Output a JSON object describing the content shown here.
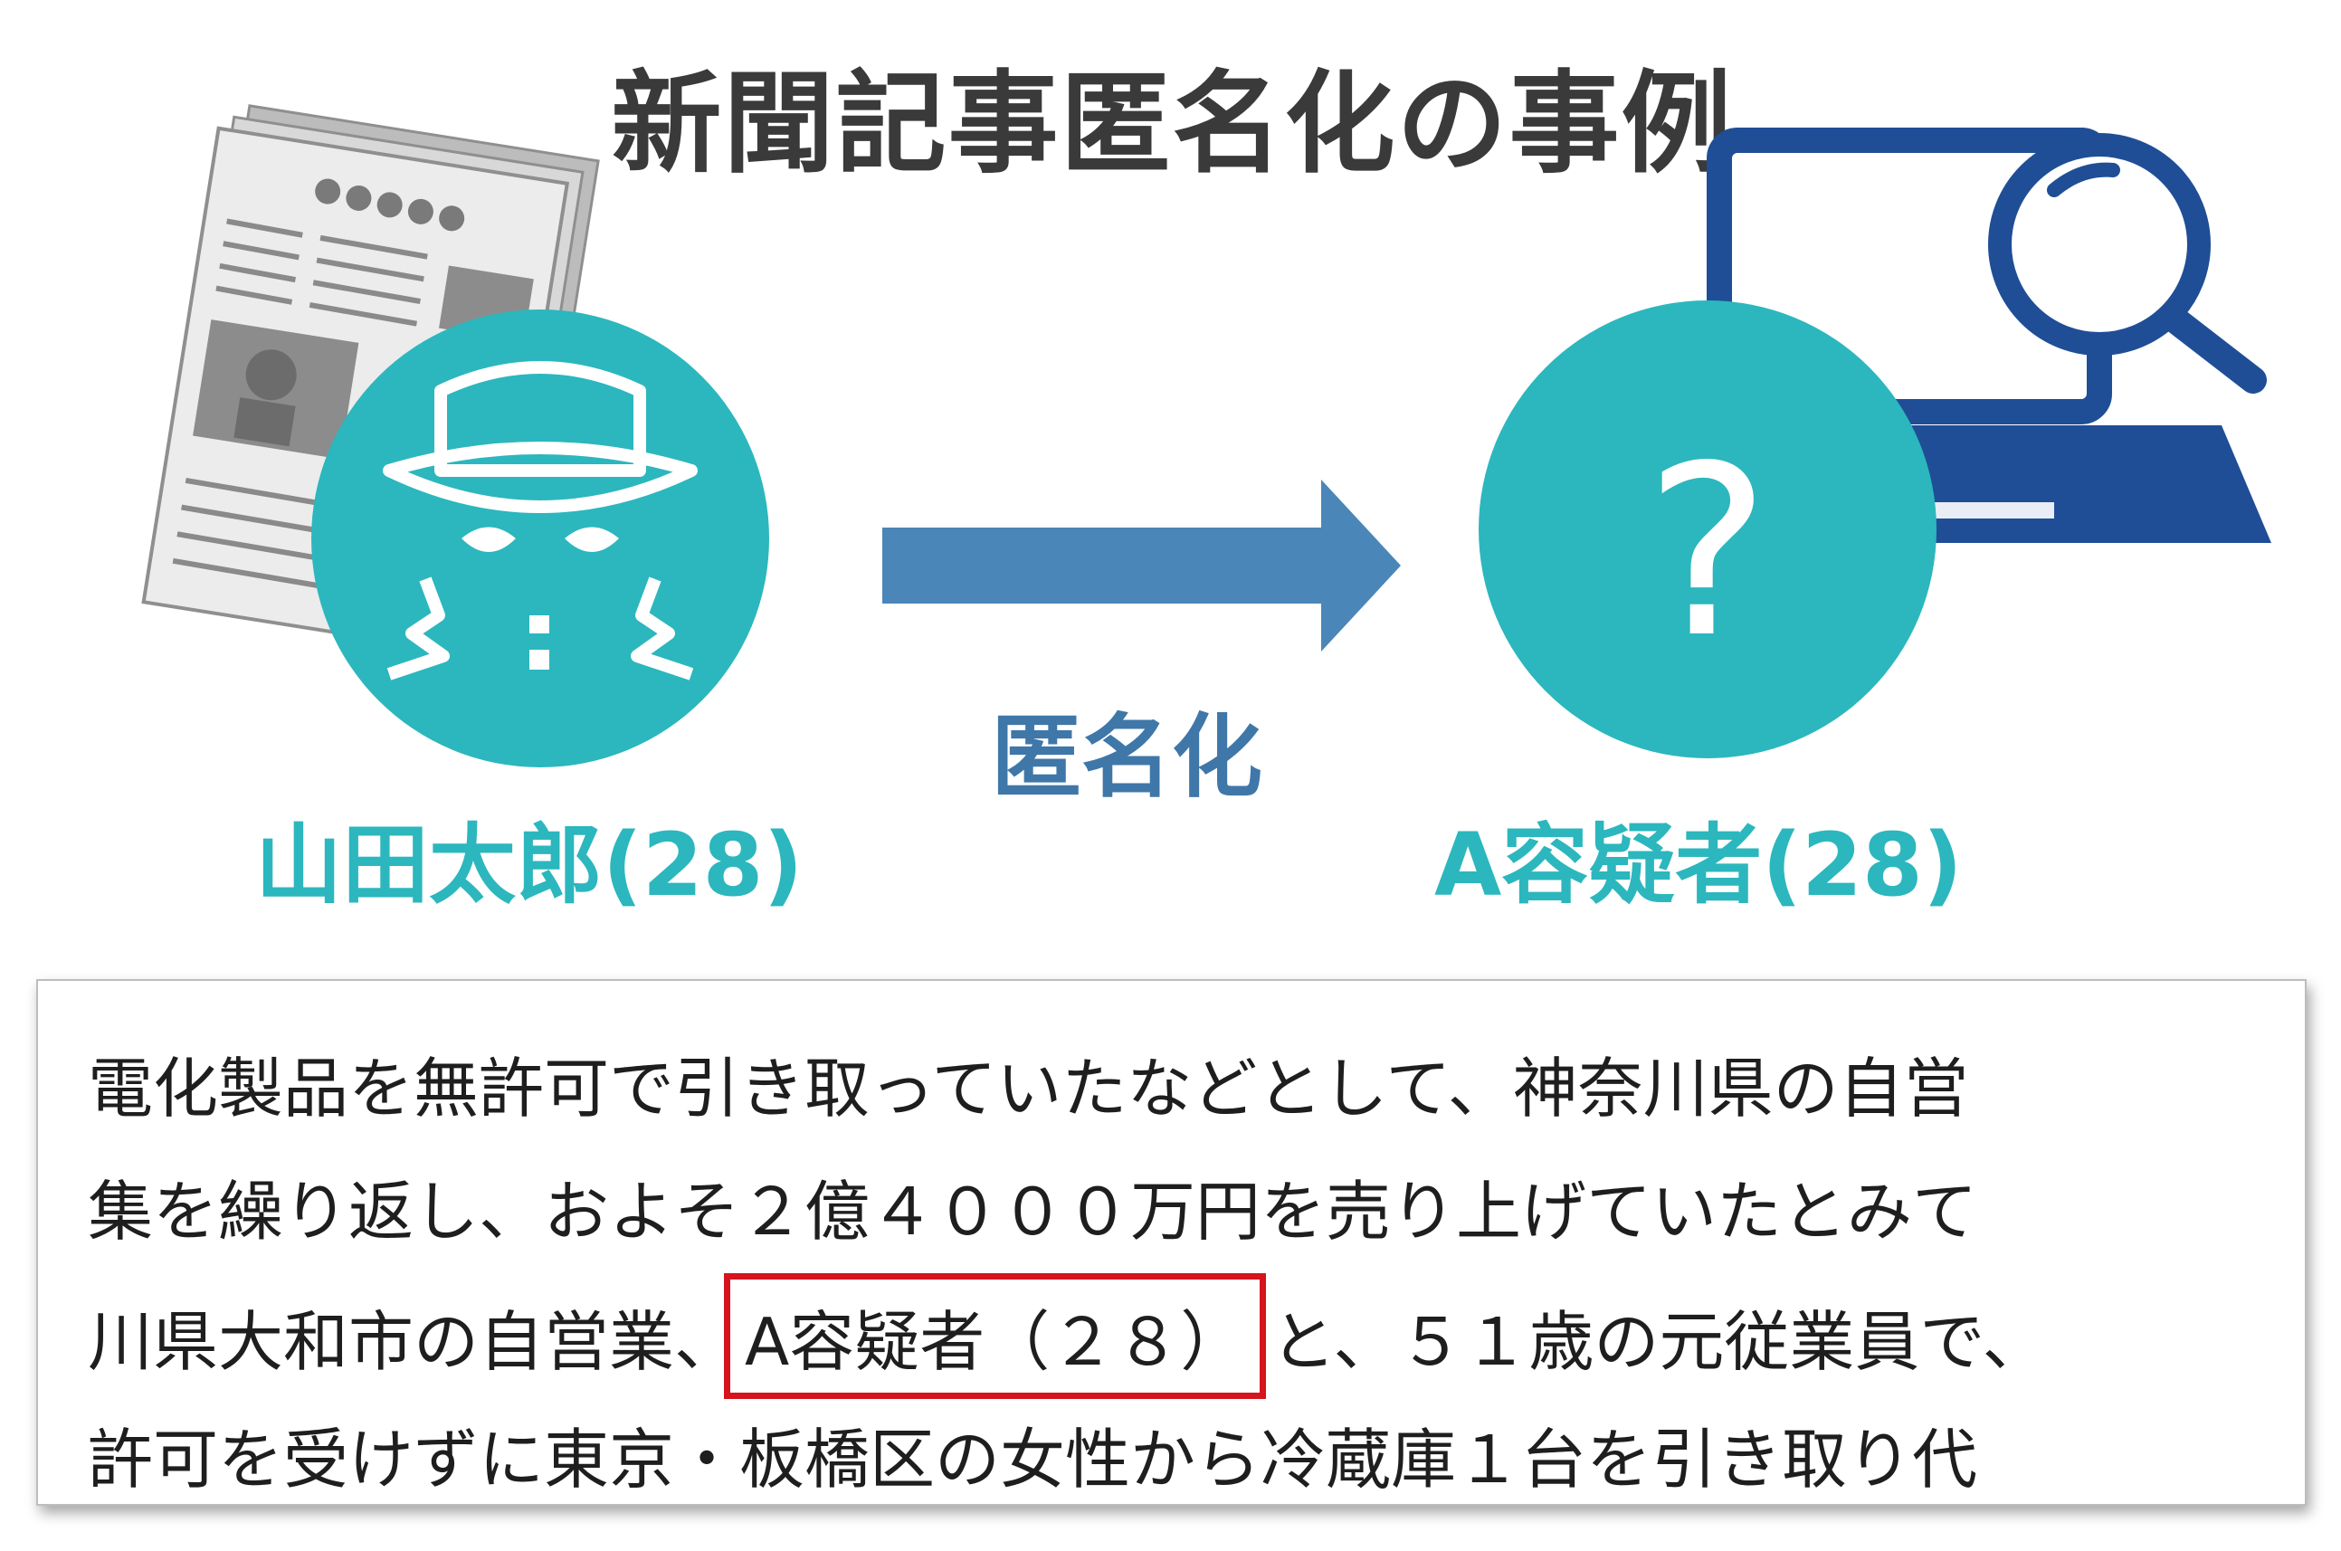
{
  "title": "新聞記事匿名化の事例",
  "labels": {
    "original_name": "山田太郎(28)",
    "process": "匿名化",
    "anonymized_name": "A容疑者(28)"
  },
  "question_mark": "?",
  "excerpt": {
    "line1": "電化製品を無許可で引き取っていたなどとして、神奈川県の自営",
    "line2": "集を繰り返し、およそ２億４０００万円を売り上げていたとみて",
    "line3_before": "川県大和市の自営業、",
    "line3_highlight": "A容疑者（２８）",
    "line3_after": "と、５１歳の元従業員で、",
    "line4": "許可を受けずに東京・板橋区の女性から冷蔵庫１台を引き取り代"
  },
  "colors": {
    "teal": "#2bb7bd",
    "arrow": "#4a86b8",
    "laptop": "#1f4e96",
    "highlight_box": "#d6141e",
    "title": "#3a3a3a"
  },
  "icons": [
    "newspaper-icon",
    "spy-icon",
    "arrow-right-icon",
    "question-icon",
    "laptop-icon",
    "magnifier-icon"
  ]
}
